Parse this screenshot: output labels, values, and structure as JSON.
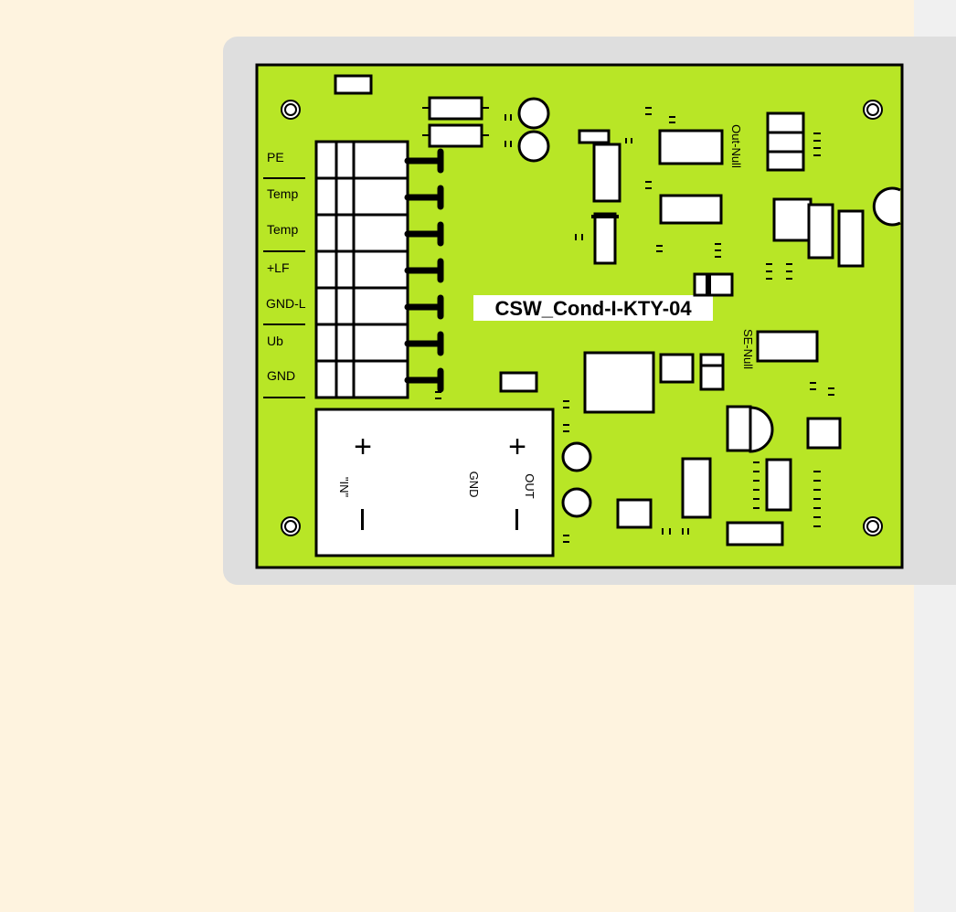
{
  "board": {
    "title": "CSW_Cond-I-KTY-04",
    "terminal_labels": [
      "PE",
      "Temp",
      "Temp",
      "+LF",
      "GND-L",
      "Ub",
      "GND"
    ],
    "module_labels": {
      "in": "\"IN\"",
      "gnd": "GND",
      "out": "OUT",
      "plus": "+",
      "minus": "–"
    },
    "pot_labels": [
      "Out-Null",
      "SE-Null"
    ],
    "colors": {
      "board": "#b8e626",
      "background": "#fef3df",
      "frame": "#dedede"
    }
  }
}
